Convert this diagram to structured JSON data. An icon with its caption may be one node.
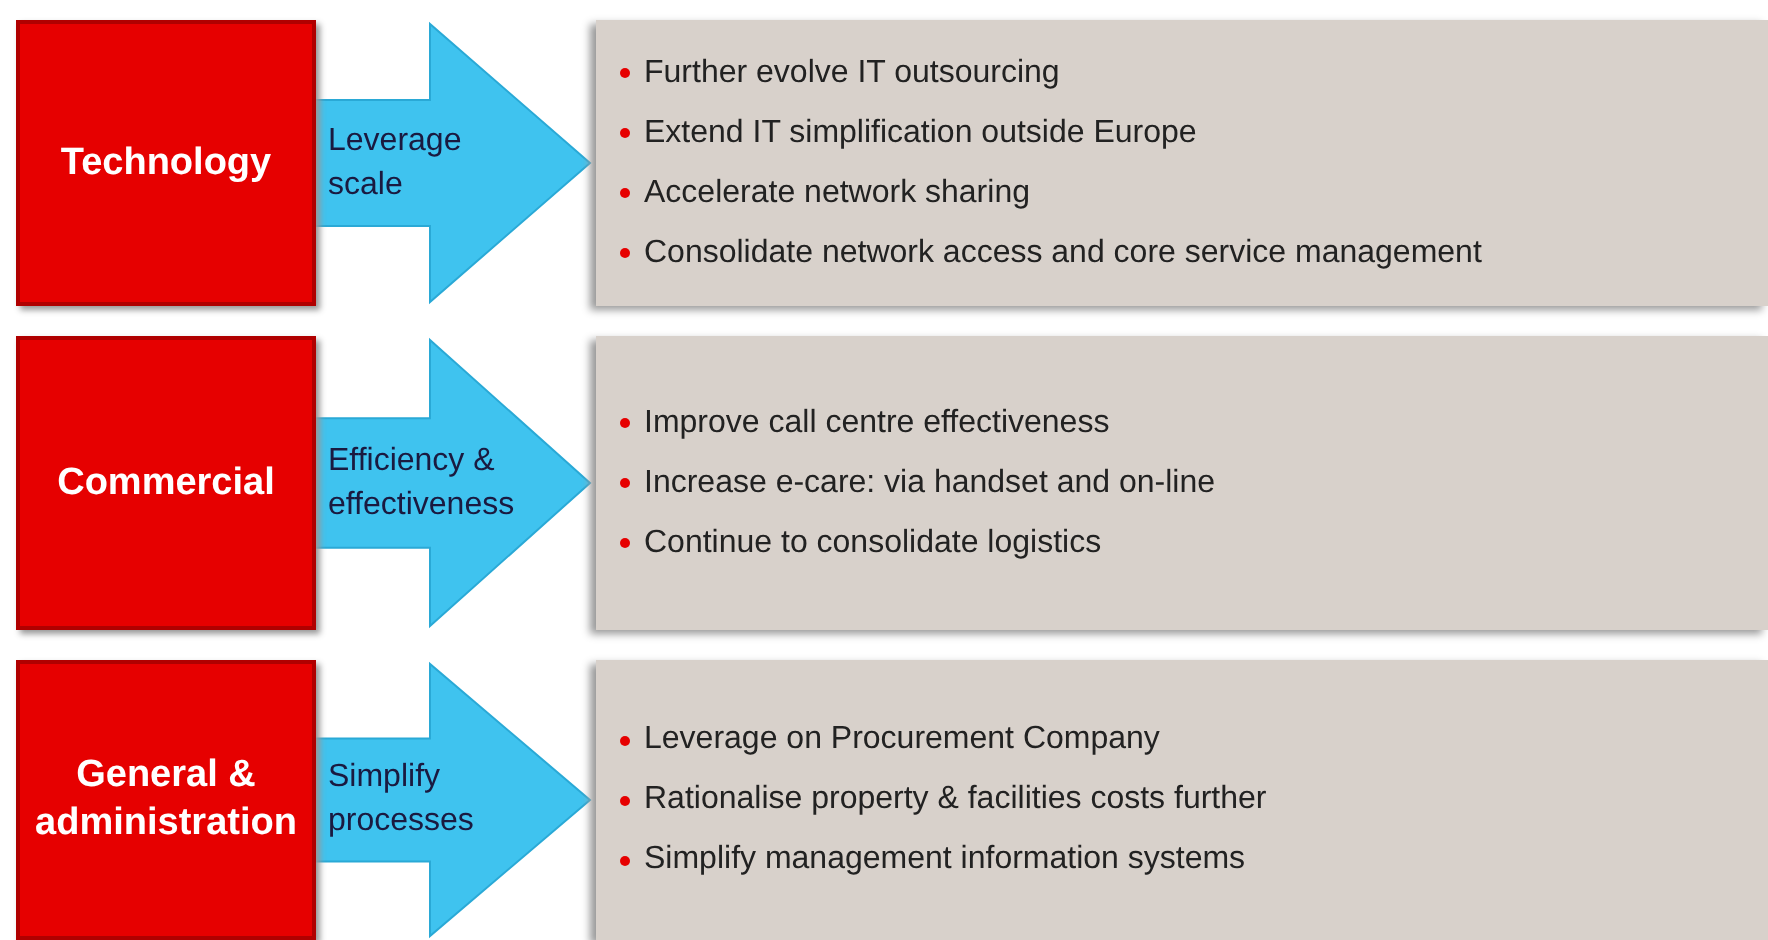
{
  "diagram": {
    "nodes": [
      {
        "text": [
          "Technology"
        ]
      },
      {
        "text": [
          "Further evolve IT outsourcing",
          "Extend IT simplification outside Europe",
          "Accelerate network sharing",
          "Consolidate network access and core service management"
        ]
      },
      {
        "text": [
          "Commercial"
        ]
      },
      {
        "text": [
          "Improve call centre effectiveness",
          "Increase e-care: via handset and on-line",
          "Continue to consolidate logistics"
        ]
      },
      {
        "text": [
          "General & administration"
        ]
      },
      {
        "text": [
          "Leverage on Procurement Company",
          "Rationalise property & facilities costs further",
          "Simplify management information systems"
        ]
      }
    ],
    "edges": [
      {
        "from": 0,
        "to": 1,
        "arrow": "to",
        "label": "Leverage scale"
      },
      {
        "from": 2,
        "to": 3,
        "arrow": "to",
        "label": "Efficiency & effectiveness"
      },
      {
        "from": 4,
        "to": 5,
        "arrow": "to",
        "label": "Simplify processes"
      }
    ]
  }
}
